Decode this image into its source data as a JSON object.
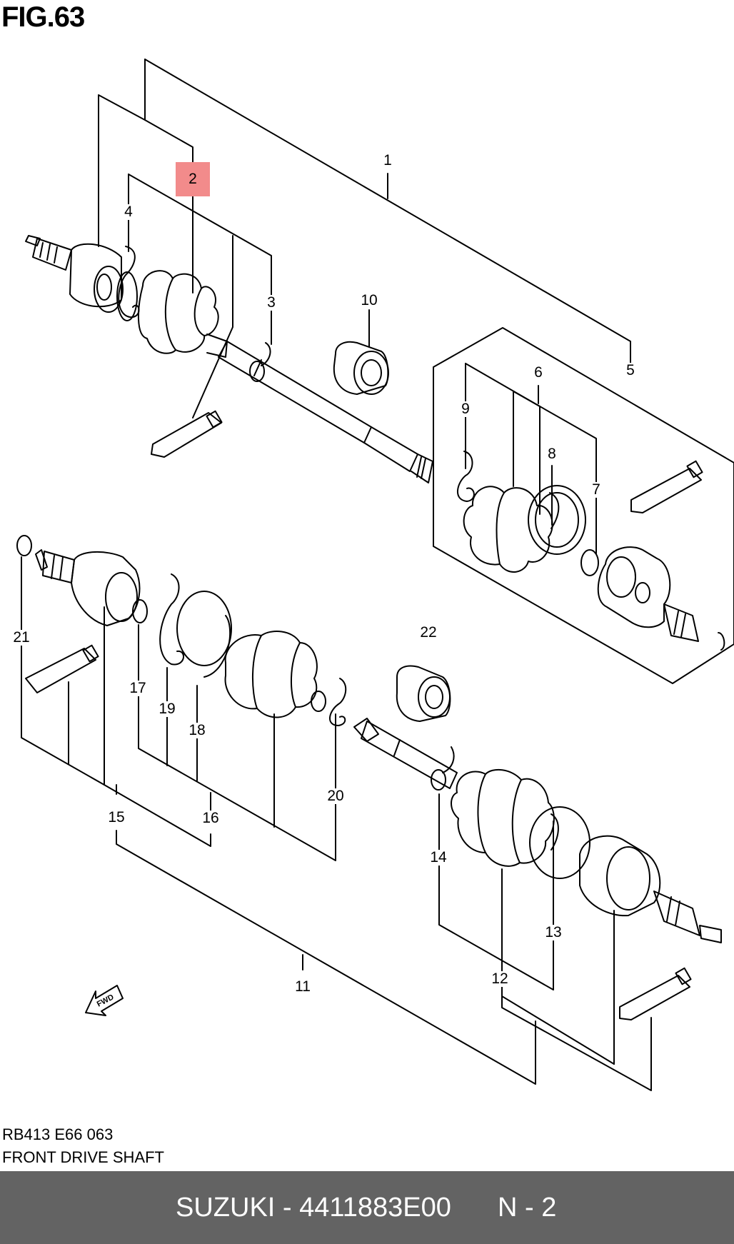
{
  "figure": {
    "title": "FIG.63"
  },
  "callouts": [
    {
      "id": "1",
      "label": "1"
    },
    {
      "id": "2",
      "label": "2",
      "highlighted": true,
      "highlight_color": "#f28b8b"
    },
    {
      "id": "3",
      "label": "3"
    },
    {
      "id": "4",
      "label": "4"
    },
    {
      "id": "5",
      "label": "5"
    },
    {
      "id": "6",
      "label": "6"
    },
    {
      "id": "7",
      "label": "7"
    },
    {
      "id": "8",
      "label": "8"
    },
    {
      "id": "9",
      "label": "9"
    },
    {
      "id": "10",
      "label": "10"
    },
    {
      "id": "11",
      "label": "11"
    },
    {
      "id": "12",
      "label": "12"
    },
    {
      "id": "13",
      "label": "13"
    },
    {
      "id": "14",
      "label": "14"
    },
    {
      "id": "15",
      "label": "15"
    },
    {
      "id": "16",
      "label": "16"
    },
    {
      "id": "17",
      "label": "17"
    },
    {
      "id": "18",
      "label": "18"
    },
    {
      "id": "19",
      "label": "19"
    },
    {
      "id": "20",
      "label": "20"
    },
    {
      "id": "21",
      "label": "21"
    },
    {
      "id": "22",
      "label": "22"
    }
  ],
  "direction_marker": {
    "label": "FWD",
    "icon": "fwd-arrow-icon"
  },
  "diagram_code": "RB413 E66 063",
  "section_name": "FRONT DRIVE SHAFT",
  "footer": {
    "part_line": "SUZUKI - 4411883E00",
    "page_ref": "N - 2",
    "background": "#636363",
    "text_color": "#ffffff"
  }
}
